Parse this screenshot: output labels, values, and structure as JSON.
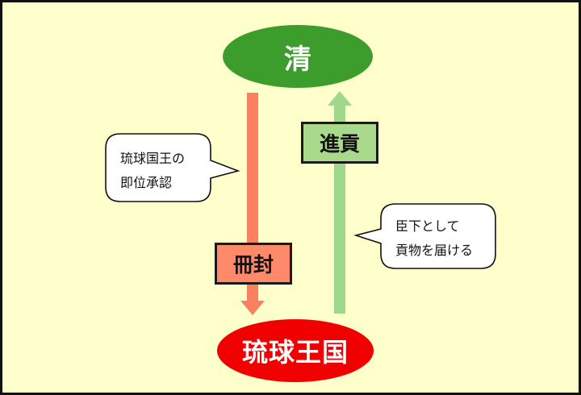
{
  "nodes": {
    "top": "清",
    "bottom": "琉球王国"
  },
  "labels": {
    "tribute": "進貢",
    "investiture": "冊封"
  },
  "callouts": {
    "left": [
      "琉球国王の",
      "即位承認"
    ],
    "right": [
      "臣下として",
      "貢物を届ける"
    ]
  },
  "colors": {
    "background": "#ffffcc",
    "top_node": "#3c9c2c",
    "bottom_node": "#f00000",
    "down_arrow": "#fa8060",
    "up_arrow": "#9ed88a",
    "tribute_box": "#a9d98b",
    "investiture_box": "#ff8a6a"
  }
}
